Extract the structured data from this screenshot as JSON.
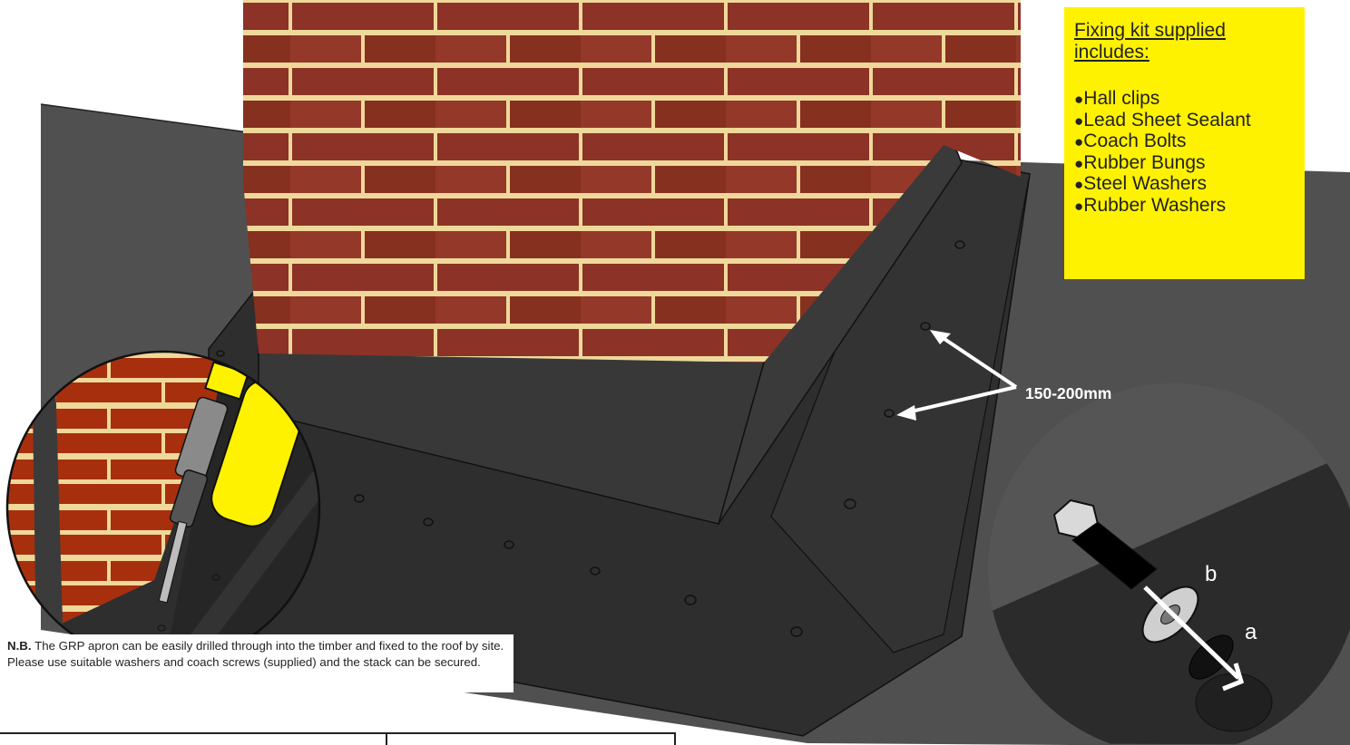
{
  "fixing_kit": {
    "title": "Fixing kit supplied includes:",
    "items": [
      "Hall clips",
      "Lead Sheet Sealant",
      "Coach Bolts",
      "Rubber Bungs",
      "Steel Washers",
      "Rubber Washers"
    ]
  },
  "note": {
    "label": "N.B.",
    "text": "The GRP apron can be easily drilled through into the timber and fixed to the roof by site. Please use suitable washers and coach screws (supplied) and the stack can be secured."
  },
  "spacing_label": "150-200mm",
  "detail_labels": {
    "a": "a",
    "b": "b"
  },
  "colors": {
    "highlight": "#fff200",
    "brick": "#8c3226",
    "mortar": "#efd89a",
    "apron": "#2a2a2a",
    "roof": "#4d4d4d"
  }
}
